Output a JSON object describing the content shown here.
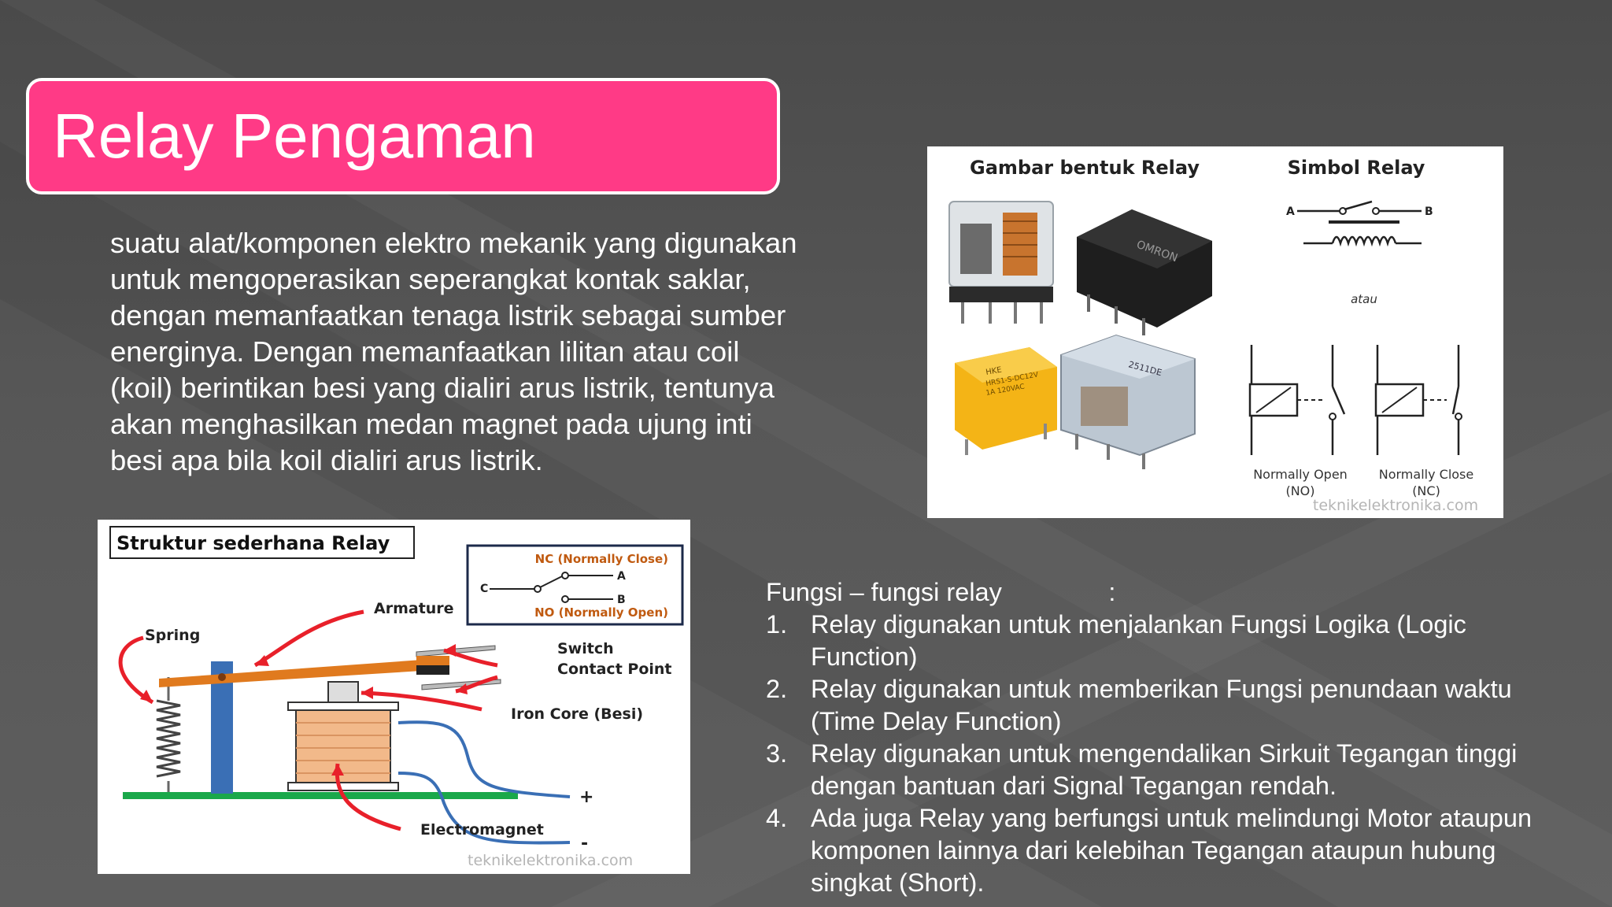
{
  "slide": {
    "title": "Relay Pengaman",
    "paragraph": "suatu alat/komponen elektro mekanik yang digunakan untuk mengoperasikan seperangkat kontak saklar, dengan memanfaatkan tenaga listrik sebagai sumber energinya. Dengan memanfaatkan lilitan atau coil (koil) berintikan besi yang dialiri arus listrik, tentunya akan menghasilkan medan magnet pada ujung inti besi apa bila koil dialiri arus listrik."
  },
  "figure_relay": {
    "heading_left": "Gambar bentuk Relay",
    "heading_right": "Simbol Relay",
    "label_a": "A",
    "label_b": "B",
    "atau": "atau",
    "no_label_1": "Normally Open",
    "no_label_2": "(NO)",
    "nc_label_1": "Normally Close",
    "nc_label_2": "(NC)",
    "watermark": "teknikelektronika.com",
    "omron_text": "OMRON",
    "yellow_text": "HKE",
    "yellow_text_2": "HRS1-S-DC12V",
    "yellow_text_3": "1A 120VAC",
    "clear_text": "2511DE"
  },
  "figure_struktur": {
    "title": "Struktur sederhana Relay",
    "nc_legend": "NC (Normally Close)",
    "no_legend": "NO (Normally Open)",
    "c_label": "C",
    "a_label": "A",
    "b_label": "B",
    "armature": "Armature",
    "spring": "Spring",
    "switch_1": "Switch",
    "switch_2": "Contact Point",
    "iron_core": "Iron Core (Besi)",
    "electromagnet": "Electromagnet",
    "plus": "+",
    "minus": "-",
    "watermark": "teknikelektronika.com"
  },
  "fungsi": {
    "heading": "Fungsi – fungsi relay               :",
    "items": [
      {
        "num": "1.",
        "text": "Relay digunakan untuk menjalankan Fungsi Logika (Logic Function)"
      },
      {
        "num": "2.",
        "text": "Relay digunakan untuk memberikan Fungsi penundaan waktu (Time Delay Function)"
      },
      {
        "num": "3.",
        "text": "Relay digunakan untuk mengendalikan Sirkuit Tegangan tinggi dengan bantuan dari Signal Tegangan rendah."
      },
      {
        "num": "4.",
        "text": "Ada juga Relay yang berfungsi untuk melindungi Motor ataupun komponen lainnya dari kelebihan Tegangan ataupun hubung singkat (Short)."
      }
    ]
  },
  "colors": {
    "title_bg": "#ff3a86",
    "text": "#ffffff",
    "background": "#555555",
    "arrow_red": "#e8202a",
    "armature_orange": "#e07a1e",
    "post_blue": "#3a6fb5",
    "ground_green": "#1aa84a"
  }
}
